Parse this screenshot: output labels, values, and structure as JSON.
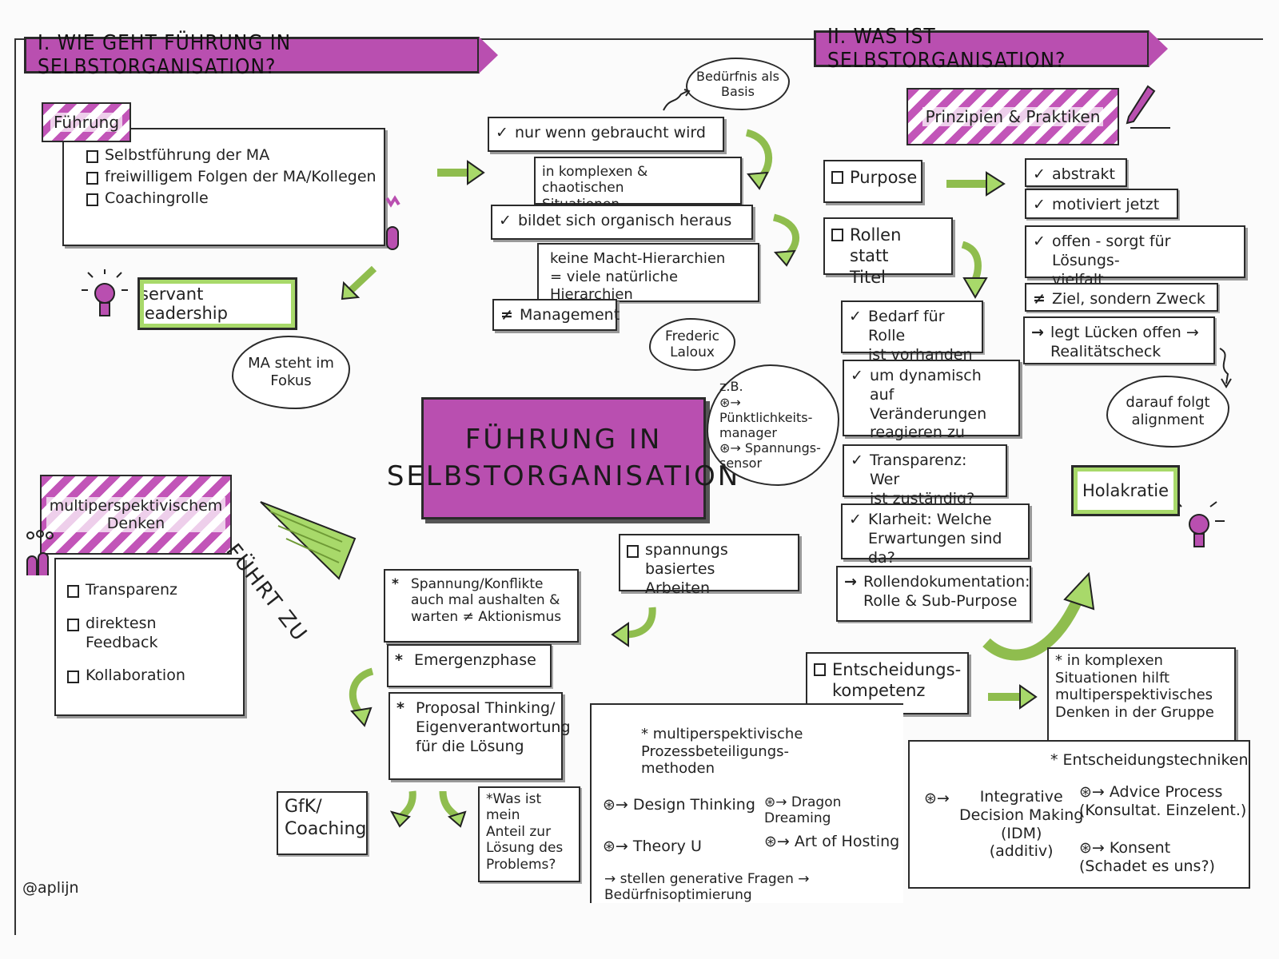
{
  "title_left": "I. WIE GEHT FÜHRUNG IN SELBSTORGANISATION?",
  "title_right": "II. WAS IST SELBSTORGANISATION?",
  "center_title": [
    "FÜHRUNG IN",
    "SELBSTORGANISATION"
  ],
  "signature": "@aplijn",
  "colors": {
    "magenta": "#b94fb0",
    "green": "#a8d96a"
  },
  "left": {
    "fuehrung_label": "Führung",
    "fuehrung_items": [
      "Selbstführung der MA",
      "freiwilligem Folgen der MA/Kollegen",
      "Coachingrolle"
    ],
    "servant": "servant leadership",
    "cloud_ma": "MA steht im\nFokus",
    "multi_label": "multiperspektivischem\nDenken",
    "multi_items": [
      "Transparenz",
      "direktesn Feedback",
      "Kollaboration"
    ],
    "fuehrt_zu": "FÜHRT ZU"
  },
  "middle": {
    "cloud_beduerfnis": "Bedürfnis als\nBasis",
    "items": [
      {
        "mark": "✓",
        "text": "nur wenn gebraucht wird"
      },
      {
        "mark": "",
        "text": "in komplexen & chaotischen\nSituationen-"
      },
      {
        "mark": "✓",
        "text": "bildet sich organisch heraus"
      },
      {
        "mark": "",
        "text": "keine Macht-Hierarchien\n= viele natürliche Hierarchien"
      },
      {
        "mark": "≠",
        "text": "Management"
      }
    ],
    "cloud_laloux": "Frederic\nLaloux",
    "cloud_zb": "z.B.\n⊛→ Pünktlichkeits-\nmanager\n⊛→ Spannungs-\nsensor",
    "spannung_box": "spannungs basiertes\nArbeiten",
    "stars": [
      "Spannung/Konflikte\nauch mal aushalten &\nwarten ≠ Aktionismus",
      "Emergenzphase",
      "Proposal Thinking/\nEigenverantwortung\nfür die Lösung"
    ],
    "gfk": "GfK/\nCoaching",
    "anteil": "*Was ist mein\nAnteil zur\nLösung des\nProblems?"
  },
  "right": {
    "prinzipien": "Prinzipien & Praktiken",
    "purpose": "Purpose",
    "purpose_items": [
      {
        "mark": "✓",
        "text": "abstrakt"
      },
      {
        "mark": "✓",
        "text": "motiviert jetzt"
      },
      {
        "mark": "✓",
        "text": "offen - sorgt für Lösungs-\nvielfalt"
      },
      {
        "mark": "≠",
        "text": "Ziel, sondern Zweck"
      },
      {
        "mark": "→",
        "text": "legt Lücken offen →\nRealitätscheck"
      }
    ],
    "cloud_alignment": "darauf folgt\nalignment",
    "rollen": "Rollen statt\nTitel",
    "rollen_items": [
      {
        "mark": "✓",
        "text": "Bedarf für Rolle\nist vorhanden"
      },
      {
        "mark": "✓",
        "text": "um dynamisch\nauf Veränderungen\nreagieren zu können"
      },
      {
        "mark": "✓",
        "text": "Transparenz: Wer\nist zuständig?"
      },
      {
        "mark": "✓",
        "text": "Klarheit: Welche\nErwartungen sind da?"
      },
      {
        "mark": "→",
        "text": "Rollendokumentation:\nRolle & Sub-Purpose"
      }
    ],
    "holakratie": "Holakratie",
    "entscheidung": "Entscheidungs-\nkompetenz",
    "komplex": "* in komplexen\nSituationen hilft\nmultiperspektivisches\nDenken in der Gruppe",
    "methoden_title": "* multiperspektivische\nProzessbeteiligungs-\nmethoden",
    "methoden": [
      "Design Thinking",
      "Dragon Dreaming",
      "Theory U",
      "Art of Hosting"
    ],
    "generative": "→ stellen generative Fragen →\nBedürfnisoptimierung",
    "techniken_title": "* Entscheidungstechniken",
    "idm": "Integrative\nDecision Making\n(IDM)\n(additiv)",
    "advice": "Advice Process\n(Konsultat. Einzelent.)",
    "konsent": "Konsent\n(Schadet es uns?)"
  }
}
